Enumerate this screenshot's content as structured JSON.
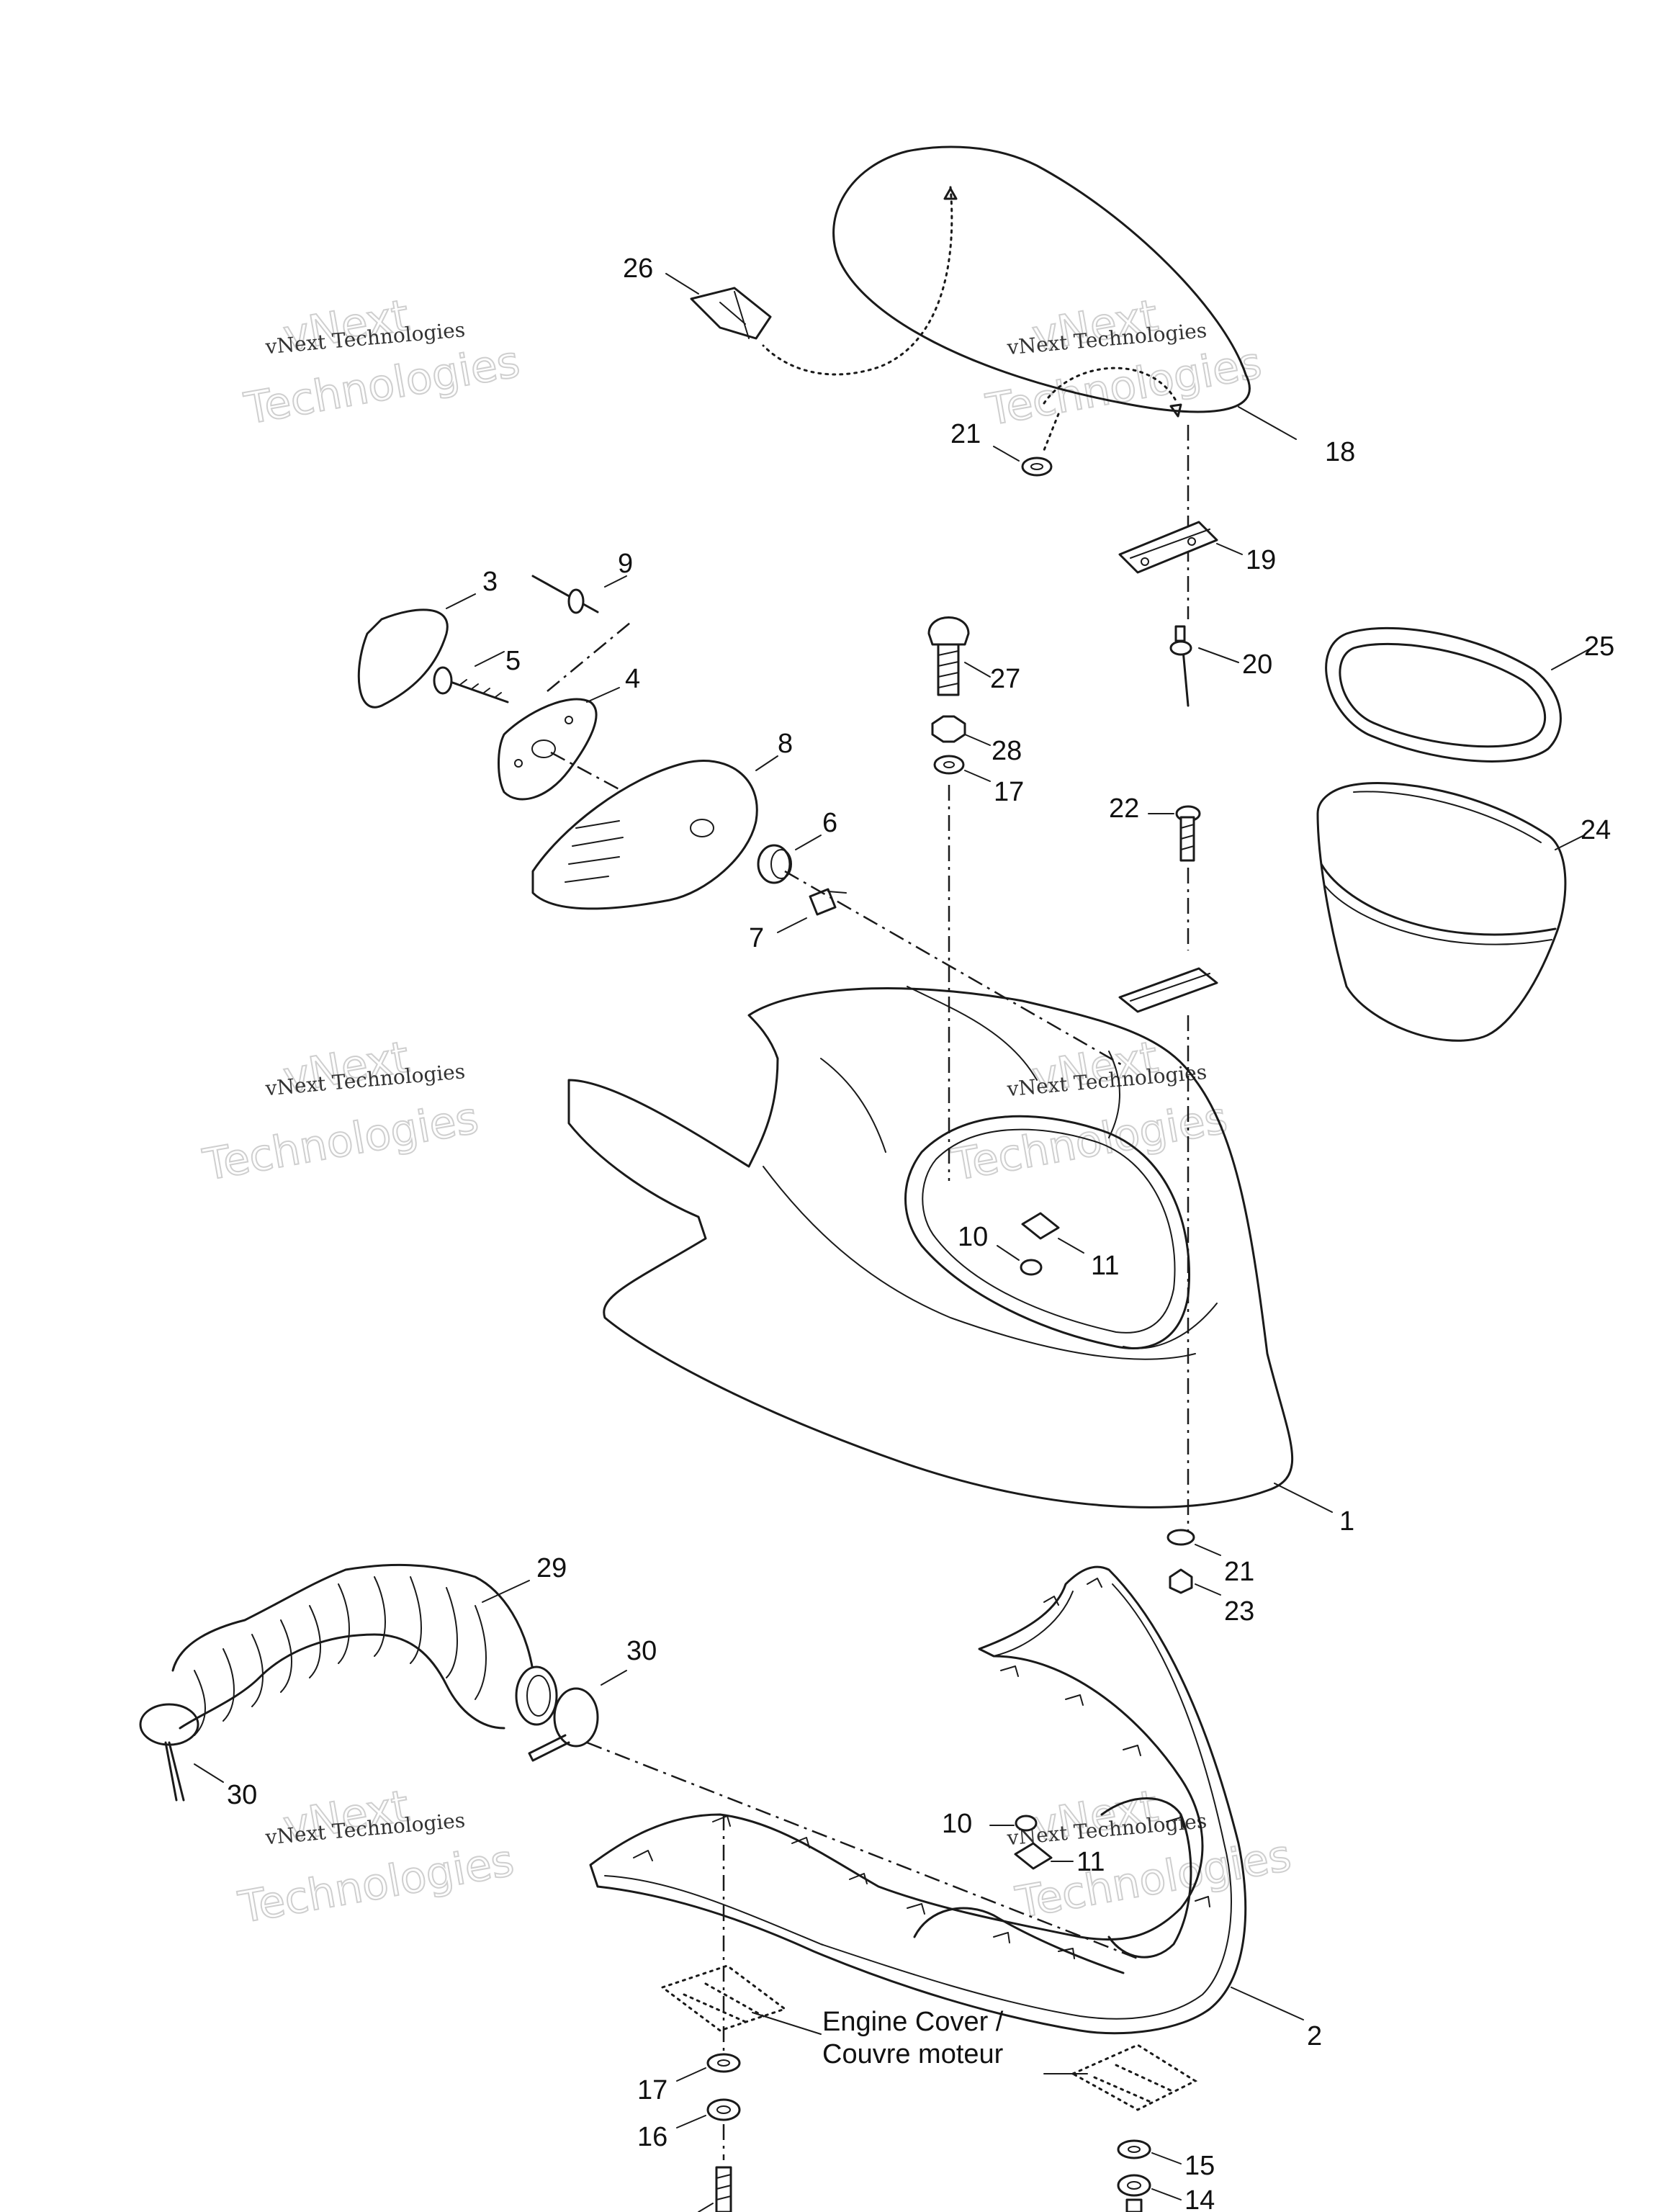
{
  "diagram": {
    "caption_line1": "Engine Cover /",
    "caption_line2": "Couvre moteur",
    "watermark_line1": "vNext Technologies",
    "watermark_line2": "Technologies",
    "watermark_line0": "vNext",
    "labels": {
      "p1": "1",
      "p2": "2",
      "p3": "3",
      "p4": "4",
      "p5": "5",
      "p6": "6",
      "p7": "7",
      "p8": "8",
      "p9": "9",
      "p10a": "10",
      "p10b": "10",
      "p11a": "11",
      "p11b": "11",
      "p14": "14",
      "p15": "15",
      "p16": "16",
      "p17a": "17",
      "p17b": "17",
      "p18": "18",
      "p19": "19",
      "p20": "20",
      "p21a": "21",
      "p21b": "21",
      "p22": "22",
      "p23": "23",
      "p24": "24",
      "p25": "25",
      "p26": "26",
      "p27": "27",
      "p28": "28",
      "p29": "29",
      "p30a": "30",
      "p30b": "30"
    }
  }
}
